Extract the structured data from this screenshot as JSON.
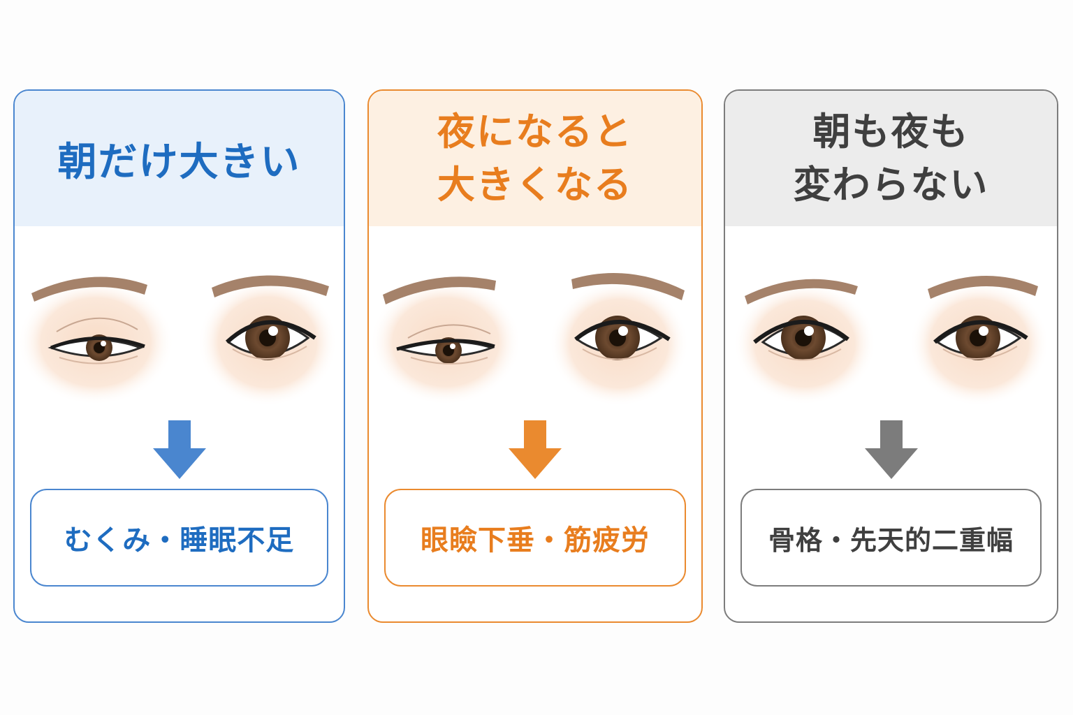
{
  "panels": [
    {
      "title": "朝だけ大きい",
      "result": "むくみ・睡眠不足",
      "accent": "#1e6cc0",
      "eyes_state": "left-swollen-right-normal"
    },
    {
      "title": "夜になると\n大きくなる",
      "result": "眼瞼下垂・筋疲労",
      "accent": "#e87d1e",
      "eyes_state": "left-droopy-right-normal"
    },
    {
      "title": "朝も夜も\n変わらない",
      "result": "骨格・先天的二重幅",
      "accent": "#3f3f3f",
      "eyes_state": "both-normal"
    }
  ],
  "icons": {
    "arrow": "down-arrow-icon",
    "eyes": "eye-pair-illustration"
  }
}
